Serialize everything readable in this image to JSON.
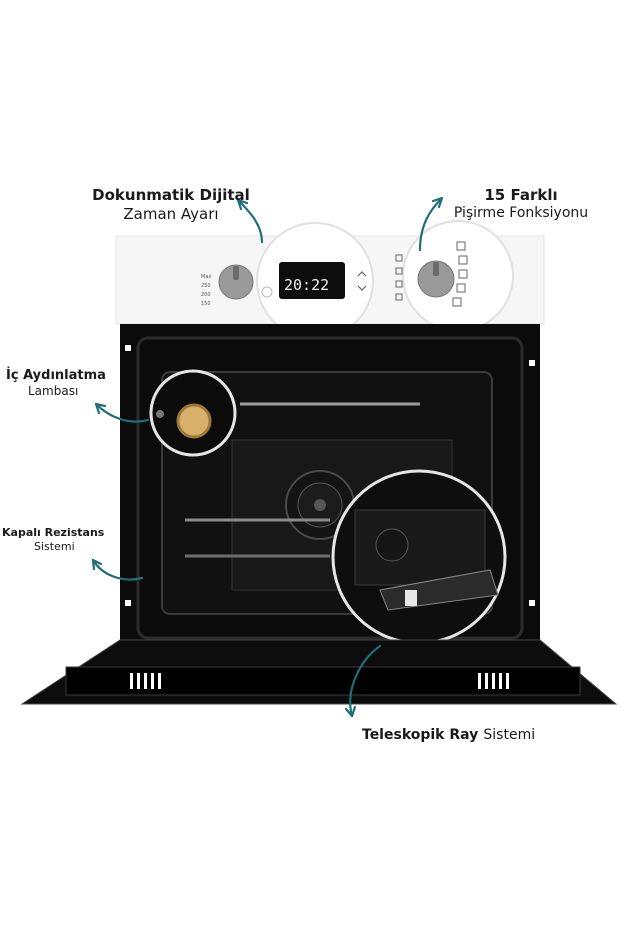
{
  "labels": {
    "timer_bold": "Dokunmatik Dijital",
    "timer_sub": "Zaman Ayarı",
    "functions_bold": "15 Farklı",
    "functions_sub": "Pişirme Fonksiyonu",
    "lamp_bold": "İç Aydınlatma",
    "lamp_sub": "Lambası",
    "heater_bold": "Kapalı Rezistans",
    "heater_sub": "Sistemi",
    "rail_bold": "Teleskopik Ray",
    "rail_sub": "Sistemi"
  },
  "display": {
    "time": "20:22"
  },
  "knob_scale": [
    "Max",
    "250",
    "200",
    "150"
  ],
  "colors": {
    "accent_arrow": "#1f6f7a",
    "oven_black": "#0b0b0b",
    "panel_white": "#f6f6f6",
    "lamp": "#d9b06a"
  }
}
